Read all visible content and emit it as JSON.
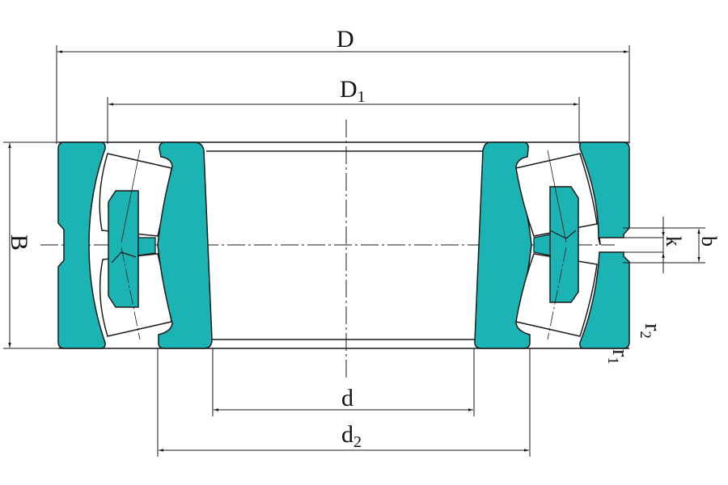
{
  "diagram": {
    "type": "spherical roller thrust/radial bearing cross-section",
    "colors": {
      "ring_fill": "#1bb3b3",
      "line": "#1a1a1a",
      "background": "#ffffff"
    },
    "dimension_labels": {
      "outer_diameter": "D",
      "outer_diameter_sub": "D",
      "outer_diameter_sub_index": "1",
      "bore": "d",
      "inner_shoulder": "d",
      "inner_shoulder_index": "2",
      "width": "B",
      "groove_width": "b",
      "hole_diameter": "k",
      "chamfer_outer": "r",
      "chamfer_outer_index": "1",
      "chamfer_inner": "r",
      "chamfer_inner_index": "2"
    }
  }
}
